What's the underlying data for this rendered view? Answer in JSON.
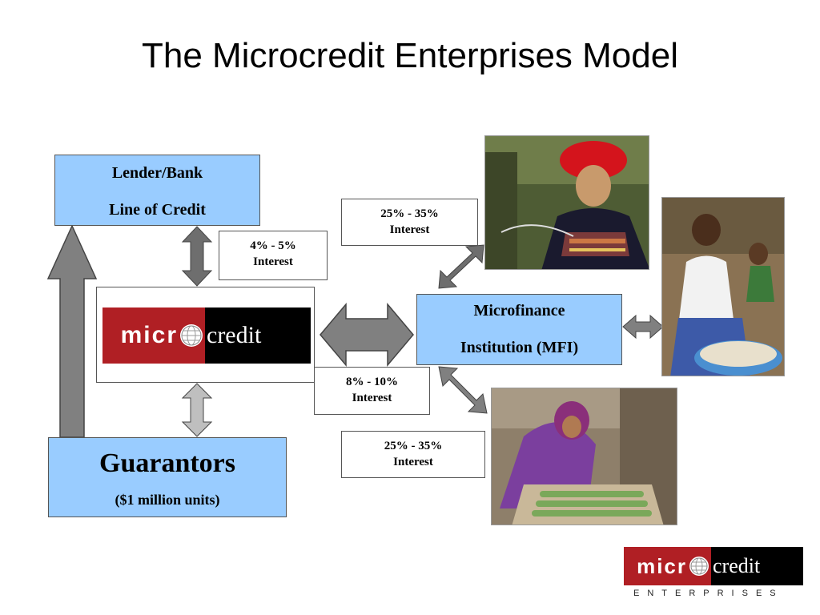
{
  "slide": {
    "title": "The Microcredit Enterprises Model"
  },
  "lender": {
    "line1": "Lender/Bank",
    "line2": "Line of Credit"
  },
  "guarantors": {
    "title": "Guarantors",
    "subtitle": "($1 million units)"
  },
  "mfi": {
    "line1": "Microfinance",
    "line2": "Institution (MFI)"
  },
  "rates": {
    "lender_rate": {
      "line1": "4% - 5%",
      "line2": "Interest"
    },
    "mfi_rate": {
      "line1": "8% - 10%",
      "line2": "Interest"
    },
    "borrower_top_rate": {
      "line1": "25% - 35%",
      "line2": "Interest"
    },
    "borrower_bottom_rate": {
      "line1": "25% - 35%",
      "line2": "Interest"
    }
  },
  "logo": {
    "left_text": "micr",
    "right_text": "credit",
    "subtitle": "ENTERPRISES"
  },
  "colors": {
    "box_blue": "#99ccff",
    "logo_red": "#b01f24",
    "logo_black": "#000000",
    "arrow_gray": "#808080",
    "arrow_light_gray": "#bfbfbf",
    "arrow_dark_gray": "#6e6e6e"
  }
}
